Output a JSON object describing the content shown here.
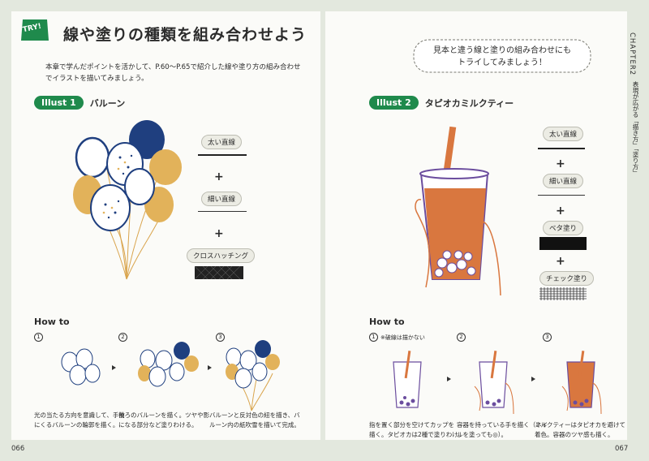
{
  "left_page": {
    "badge": "TRY!",
    "title": "線や塗りの種類を組み合わせよう",
    "intro": [
      "本章で学んだポイントを活かして、P.60〜P.65で紹介した線や塗り方の組み合わせ",
      "でイラストを描いてみましょう。"
    ],
    "illust_pill": "Illust 1",
    "illust_name": "バルーン",
    "tags": [
      "太い直線",
      "細い直線",
      "クロスハッチング"
    ],
    "howto": "How to",
    "steps": [
      {
        "num": "1",
        "lines": [
          "光の当たる方向を意識して、手前",
          "にくるバルーンの輪郭を描く。"
        ]
      },
      {
        "num": "2",
        "lines": [
          "後ろのバルーンを描く。ツヤや影",
          "になる部分など塗りわける。"
        ]
      },
      {
        "num": "3",
        "lines": [
          "バルーンと反対色の紐を描き、バ",
          "ルーン内の紙吹雪を描いて完成。"
        ]
      }
    ],
    "page_number": "066"
  },
  "right_page": {
    "speech": [
      "見本と違う線と塗りの組み合わせにも",
      "トライしてみましょう！"
    ],
    "illust_pill": "Illust 2",
    "illust_name": "タピオカミルクティー",
    "tags": [
      "太い直線",
      "細い直線",
      "ベタ塗り",
      "チェック塗り"
    ],
    "howto": "How to",
    "note": "※破線は描かない",
    "steps": [
      {
        "num": "1",
        "lines": [
          "指を置く部分を空けてカップを",
          "描く。タピオカは2種で塗りわけ。"
        ]
      },
      {
        "num": "2",
        "lines": [
          "容器を持っている手を描く（ネイ",
          "ルを塗っても◎）。"
        ]
      },
      {
        "num": "3",
        "lines": [
          "ミルクティーはタピオカを避けて",
          "着色。容器のツヤ感も描く。"
        ]
      }
    ],
    "chapter": "CHAPTER2",
    "chapter_sub": "表現が広がる「描き方」「塗り方」",
    "page_number": "067"
  },
  "colors": {
    "navy": "#1f3f7f",
    "mustard": "#e2b25a",
    "orange": "#d9773f",
    "purple": "#6b4d9e",
    "green": "#1f8a4c"
  }
}
